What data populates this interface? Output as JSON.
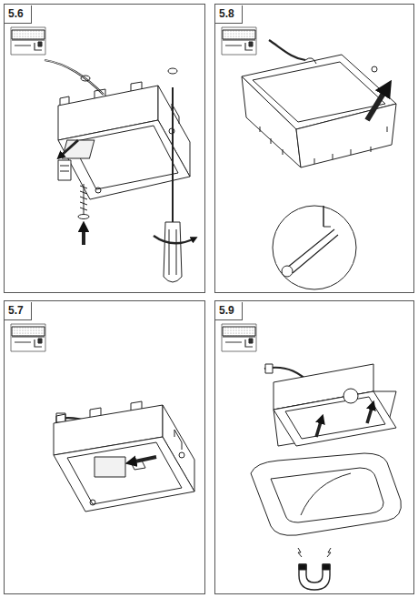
{
  "diagram": {
    "nodes": [
      {
        "text": [
          "5.6"
        ]
      },
      {
        "text": [
          "5.8"
        ]
      },
      {
        "text": [
          "5.7"
        ]
      },
      {
        "text": [
          "5.9"
        ]
      }
    ]
  }
}
